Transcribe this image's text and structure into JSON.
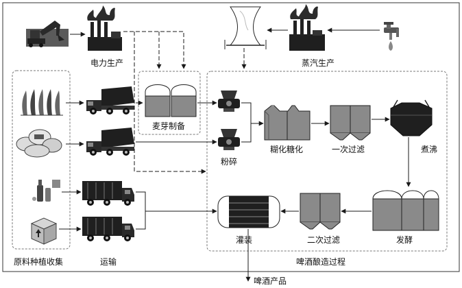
{
  "labels": {
    "power": "电力生产",
    "steam": "蒸汽生产",
    "malt": "麦芽制备",
    "crush": "粉碎",
    "saccharify": "糊化糖化",
    "filter1": "一次过滤",
    "boil": "煮沸",
    "ferment": "发酵",
    "filter2": "二次过滤",
    "fill": "灌装",
    "transport": "运输",
    "raw": "原料种植收集",
    "process": "啤酒酿造过程",
    "product": "啤酒产品"
  },
  "colors": {
    "tank_fill": "#8a8a8a",
    "dark_fill": "#2a2a2a",
    "line": "#1a1a1a"
  },
  "icons": [
    "excavator-icon",
    "power-plant-icon",
    "cooling-tower-icon",
    "steam-plant-icon",
    "faucet-icon",
    "crops-icon",
    "sacks-icon",
    "bottles-icon",
    "box-icon",
    "dump-truck-icon",
    "tanker-truck-icon",
    "crusher-icon"
  ]
}
